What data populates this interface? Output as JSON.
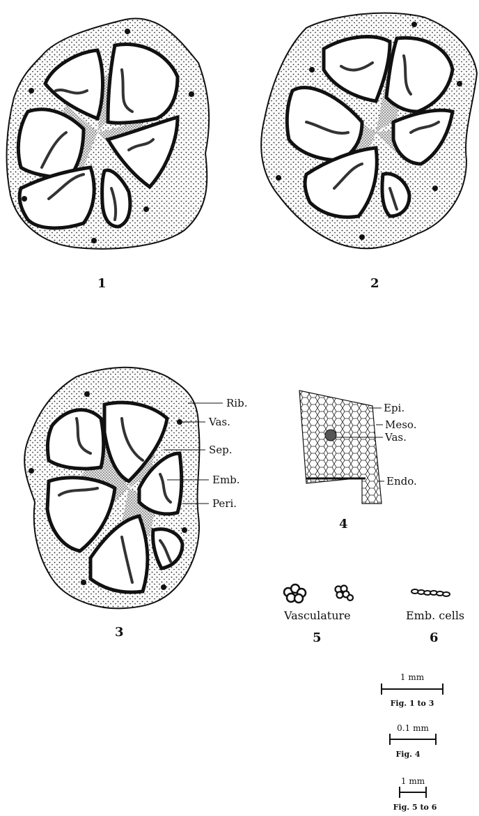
{
  "figures": {
    "fig1_number": "1",
    "fig2_number": "2",
    "fig3_number": "3",
    "fig4_number": "4",
    "fig5_number": "5",
    "fig6_number": "6"
  },
  "fig3_labels": {
    "rib": "Rib.",
    "vas": "Vas.",
    "sep": "Sep.",
    "emb": "Emb.",
    "peri": "Peri."
  },
  "fig4_labels": {
    "epi": "Epi.",
    "meso": "Meso.",
    "vas": "Vas.",
    "endo": "Endo."
  },
  "captions": {
    "vasculature": "Vasculature",
    "emb_cells": "Emb. cells"
  },
  "scale_bars": [
    {
      "value": "1 mm",
      "caption": "Fig. 1 to 3"
    },
    {
      "value": "0.1 mm",
      "caption": "Fig. 4"
    },
    {
      "value": "1 mm",
      "caption": "Fig. 5 to 6"
    }
  ],
  "colors": {
    "ink": "#111111",
    "paper": "#ffffff",
    "stipple": "#f3f3f3"
  }
}
